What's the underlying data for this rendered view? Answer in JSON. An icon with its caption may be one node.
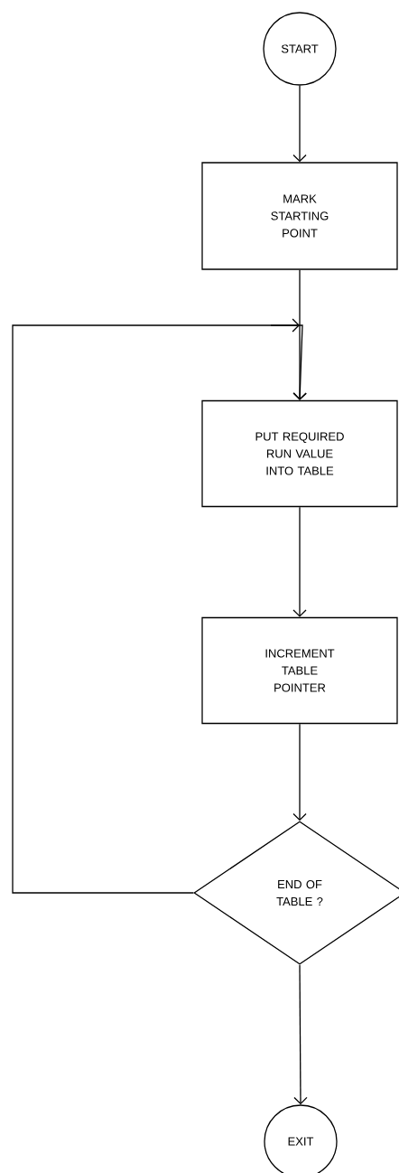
{
  "diagram": {
    "nodes": [
      {
        "text": [
          "START"
        ]
      },
      {
        "text": [
          "MARK STARTING POINT"
        ]
      },
      {
        "text": [
          "PUT REQUIRED RUN VALUE INTO TABLE"
        ]
      },
      {
        "text": [
          "INCREMENT TABLE POINTER"
        ]
      },
      {
        "text": [
          "END OF TABLE ?"
        ]
      },
      {
        "text": [
          "EXIT"
        ]
      }
    ],
    "edges": [
      {
        "from": 0,
        "to": 1,
        "arrow": "to"
      },
      {
        "from": 1,
        "to": 2,
        "arrow": "to"
      },
      {
        "from": 2,
        "to": 3,
        "arrow": "to"
      },
      {
        "from": 3,
        "to": 4,
        "arrow": "to"
      },
      {
        "from": 4,
        "to": 5,
        "arrow": "to"
      },
      {
        "from": 4,
        "to": 2,
        "arrow": "to"
      }
    ]
  }
}
